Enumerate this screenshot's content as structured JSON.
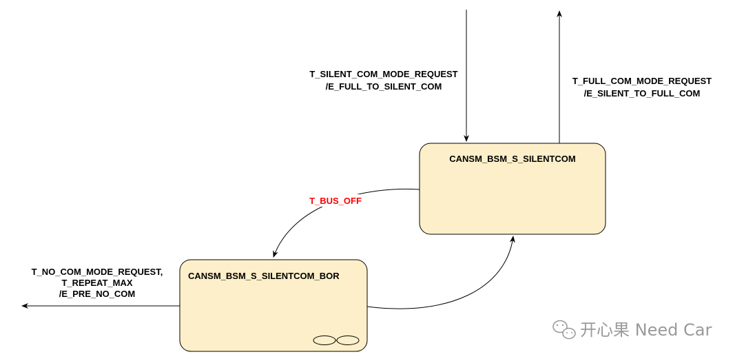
{
  "states": {
    "silentcom": {
      "name": "CANSM_BSM_S_SILENTCOM"
    },
    "silentcom_bor": {
      "name": "CANSM_BSM_S_SILENTCOM_BOR"
    }
  },
  "transitions": {
    "full_to_silent": {
      "line1": "T_SILENT_COM_MODE_REQUEST",
      "line2": "/E_FULL_TO_SILENT_COM"
    },
    "silent_to_full": {
      "line1": "T_FULL_COM_MODE_REQUEST",
      "line2": "/E_SILENT_TO_FULL_COM"
    },
    "bus_off": {
      "line1": "T_BUS_OFF"
    },
    "pre_no_com": {
      "line1": "T_NO_COM_MODE_REQUEST,",
      "line2": "T_REPEAT_MAX",
      "line3": "/E_PRE_NO_COM"
    }
  },
  "colors": {
    "state_fill": "#fdefc9",
    "state_stroke": "#000000",
    "bus_off_label": "#ff0000",
    "watermark": "#9a9a9a"
  },
  "watermark": {
    "text": "开心果 Need Car",
    "icon": "wechat-icon"
  }
}
